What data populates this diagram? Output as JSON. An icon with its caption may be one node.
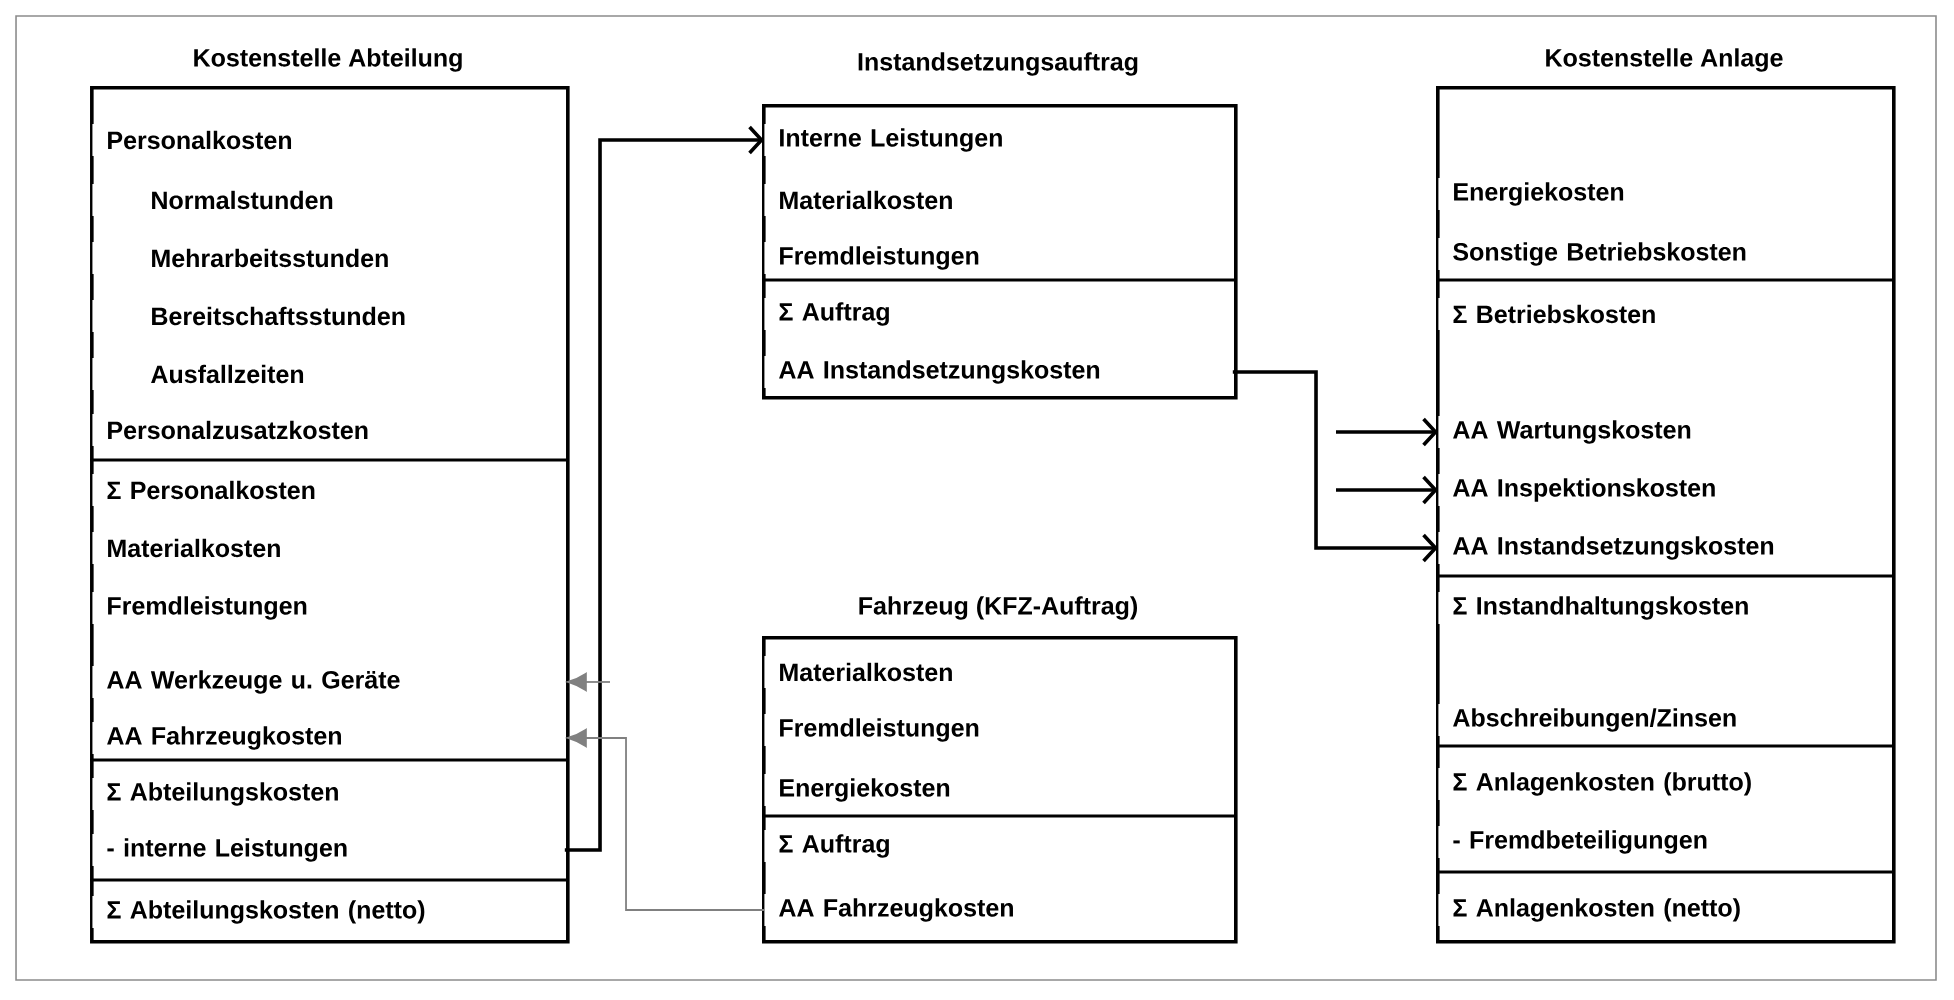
{
  "diagram": {
    "nodes": [
      {
        "text": [
          "Kostenstelle Abteilung"
        ]
      },
      {
        "text": [
          "Personalkosten"
        ],
        "in": 0
      },
      {
        "text": [
          "Normalstunden"
        ],
        "in": 0
      },
      {
        "text": [
          "Mehrarbeitsstunden"
        ],
        "in": 0
      },
      {
        "text": [
          "Bereitschaftsstunden"
        ],
        "in": 0
      },
      {
        "text": [
          "Ausfallzeiten"
        ],
        "in": 0
      },
      {
        "text": [
          "Personalzusatzkosten"
        ],
        "in": 0
      },
      {
        "text": [
          "Σ Personalkosten"
        ],
        "in": 0
      },
      {
        "text": [
          "Materialkosten"
        ],
        "in": 0
      },
      {
        "text": [
          "Fremdleistungen"
        ],
        "in": 0
      },
      {
        "text": [
          "AA Werkzeuge u. Geräte"
        ],
        "in": 0
      },
      {
        "text": [
          "AA Fahrzeugkosten"
        ],
        "in": 0
      },
      {
        "text": [
          "Σ Abteilungskosten"
        ],
        "in": 0
      },
      {
        "text": [
          "- interne Leistungen"
        ],
        "in": 0
      },
      {
        "text": [
          "Σ Abteilungskosten (netto)"
        ],
        "in": 0
      },
      {
        "text": [
          "Instandsetzungsauftrag"
        ]
      },
      {
        "text": [
          "Interne Leistungen"
        ],
        "in": 15
      },
      {
        "text": [
          "Materialkosten"
        ],
        "in": 15
      },
      {
        "text": [
          "Fremdleistungen"
        ],
        "in": 15
      },
      {
        "text": [
          "Σ Auftrag"
        ],
        "in": 15
      },
      {
        "text": [
          "AA Instandsetzungskosten"
        ],
        "in": 15
      },
      {
        "text": [
          "Fahrzeug (KFZ-Auftrag)"
        ]
      },
      {
        "text": [
          "Materialkosten"
        ],
        "in": 21
      },
      {
        "text": [
          "Fremdleistungen"
        ],
        "in": 21
      },
      {
        "text": [
          "Energiekosten"
        ],
        "in": 21
      },
      {
        "text": [
          "Σ Auftrag"
        ],
        "in": 21
      },
      {
        "text": [
          "AA Fahrzeugkosten"
        ],
        "in": 21
      },
      {
        "text": [
          "Kostenstelle Anlage"
        ]
      },
      {
        "text": [
          "Energiekosten"
        ],
        "in": 27
      },
      {
        "text": [
          "Sonstige Betriebskosten"
        ],
        "in": 27
      },
      {
        "text": [
          "Σ Betriebskosten"
        ],
        "in": 27
      },
      {
        "text": [
          "AA Wartungskosten"
        ],
        "in": 27
      },
      {
        "text": [
          "AA Inspektionskosten"
        ],
        "in": 27
      },
      {
        "text": [
          "AA Instandsetzungskosten"
        ],
        "in": 27
      },
      {
        "text": [
          "Σ Instandhaltungskosten"
        ],
        "in": 27
      },
      {
        "text": [
          "Abschreibungen/Zinsen"
        ],
        "in": 27
      },
      {
        "text": [
          "Σ Anlagenkosten (brutto)"
        ],
        "in": 27
      },
      {
        "text": [
          "- Fremdbeteiligungen"
        ],
        "in": 27
      },
      {
        "text": [
          "Σ Anlagenkosten (netto)"
        ],
        "in": 27
      }
    ],
    "edges": [
      {
        "from": 13,
        "to": 16,
        "arrow": "to"
      },
      {
        "from": 26,
        "to": 11,
        "arrow": "to",
        "color": "#808080"
      },
      {
        "from": null,
        "to": 10,
        "arrow": "to",
        "color": "#808080"
      },
      {
        "from": 20,
        "to": 33,
        "arrow": "to"
      },
      {
        "from": null,
        "to": 31,
        "arrow": "to"
      },
      {
        "from": null,
        "to": 32,
        "arrow": "to"
      }
    ]
  }
}
